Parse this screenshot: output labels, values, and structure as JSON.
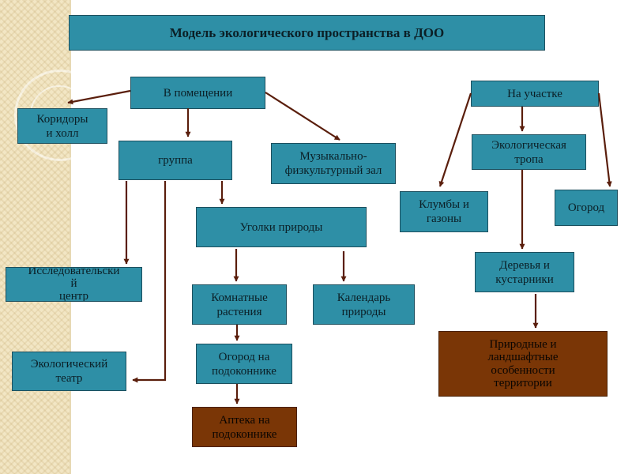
{
  "title": "Модель экологического пространства в ДОО",
  "nodes": {
    "indoor": "В помещении",
    "corridors": "Коридоры\nи холл",
    "group": "группа",
    "music_hall": "Музыкально-\nфизкультурный зал",
    "nature_corners": "Уголки природы",
    "research_center": "Исследовательски\nй\nцентр",
    "eco_theater": "Экологический\nтеатр",
    "houseplants": "Комнатные\nрастения",
    "nature_calendar": "Календарь\nприроды",
    "windowsill_garden": "Огород на\nподоконнике",
    "windowsill_pharmacy": "Аптека на\nподоконнике",
    "site": "На участке",
    "eco_trail": "Экологическая\nтропа",
    "flowerbeds": "Клумбы и\nгазоны",
    "vegetable_garden": "Огород",
    "trees_shrubs": "Деревья и\nкустарники",
    "landscape_features": "Природные и\nландшафтные\nособенности\nтерритории"
  },
  "colors": {
    "box_fill": "#2e8fa6",
    "box_border": "#1c4f5e",
    "highlight_fill": "#7a3606",
    "arrow": "#5a1e0c",
    "side_strip": "#f2e6c4"
  }
}
